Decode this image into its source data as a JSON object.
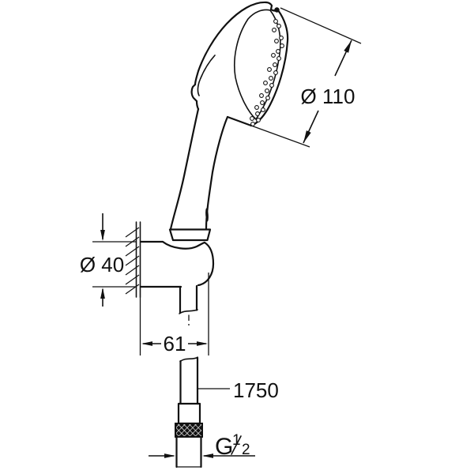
{
  "drawing": {
    "background_color": "#ffffff",
    "line_color": "#111111",
    "labels": {
      "head_diameter": "Ø 110",
      "holder_diameter": "Ø 40",
      "holder_depth": "61",
      "hose_length": "1750",
      "thread_prefix": "G",
      "thread_numerator": "1",
      "thread_denominator": "2",
      "thread_full": "G 1/2"
    }
  }
}
